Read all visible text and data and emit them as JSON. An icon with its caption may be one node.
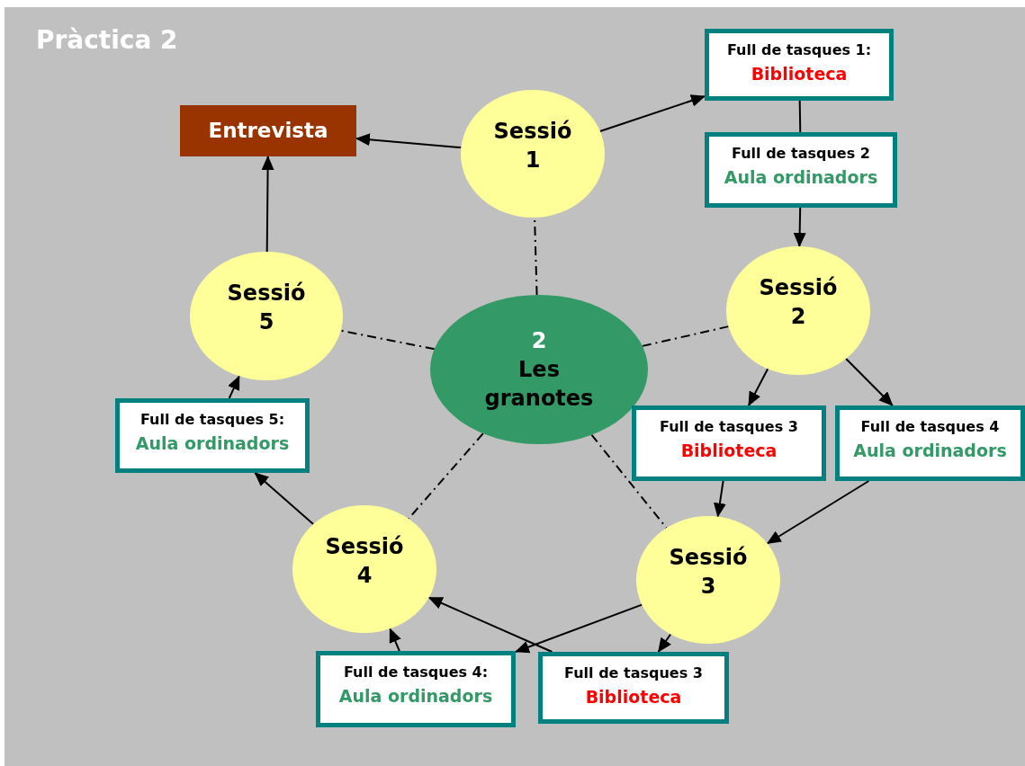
{
  "diagram": {
    "title": "Pràctica 2",
    "nodes": [
      {
        "text": [
          "Entrevista"
        ]
      },
      {
        "text": [
          "Sessió 1"
        ]
      },
      {
        "text": [
          "Full de tasques 1:",
          "Biblioteca"
        ]
      },
      {
        "text": [
          "Full de tasques 2",
          "Aula ordinadors"
        ]
      },
      {
        "text": [
          "Sessió 2"
        ]
      },
      {
        "text": [
          "2",
          "Les granotes"
        ]
      },
      {
        "text": [
          "Sessió 5"
        ]
      },
      {
        "text": [
          "Full de tasques 5:",
          "Aula ordinadors"
        ]
      },
      {
        "text": [
          "Full de tasques 3",
          "Biblioteca"
        ]
      },
      {
        "text": [
          "Full de tasques 4",
          "Aula ordinadors"
        ]
      },
      {
        "text": [
          "Sessió 4"
        ]
      },
      {
        "text": [
          "Sessió 3"
        ]
      },
      {
        "text": [
          "Full de tasques 4:",
          "Aula ordinadors"
        ]
      },
      {
        "text": [
          "Full de tasques 3",
          "Biblioteca"
        ]
      }
    ],
    "edges": [
      {
        "from": 1,
        "to": 0,
        "arrow": "to"
      },
      {
        "from": 1,
        "to": 2,
        "arrow": "to"
      },
      {
        "from": 2,
        "to": 3,
        "arrow": "none"
      },
      {
        "from": 3,
        "to": 4,
        "arrow": "to"
      },
      {
        "from": 4,
        "to": 8,
        "arrow": "to"
      },
      {
        "from": 4,
        "to": 9,
        "arrow": "to"
      },
      {
        "from": 8,
        "to": 11,
        "arrow": "to"
      },
      {
        "from": 9,
        "to": 11,
        "arrow": "to"
      },
      {
        "from": 11,
        "to": 12,
        "arrow": "to"
      },
      {
        "from": 11,
        "to": 13,
        "arrow": "to"
      },
      {
        "from": 13,
        "to": 10,
        "arrow": "to"
      },
      {
        "from": 12,
        "to": 10,
        "arrow": "to"
      },
      {
        "from": 10,
        "to": 7,
        "arrow": "to"
      },
      {
        "from": 7,
        "to": 6,
        "arrow": "to"
      },
      {
        "from": 6,
        "to": 0,
        "arrow": "to"
      },
      {
        "from": 5,
        "to": 1,
        "arrow": "none",
        "style": "dashed"
      },
      {
        "from": 5,
        "to": 4,
        "arrow": "none",
        "style": "dashed"
      },
      {
        "from": 5,
        "to": 11,
        "arrow": "none",
        "style": "dashed"
      },
      {
        "from": 5,
        "to": 10,
        "arrow": "none",
        "style": "dashed"
      },
      {
        "from": 5,
        "to": 6,
        "arrow": "none",
        "style": "dashed"
      }
    ]
  }
}
